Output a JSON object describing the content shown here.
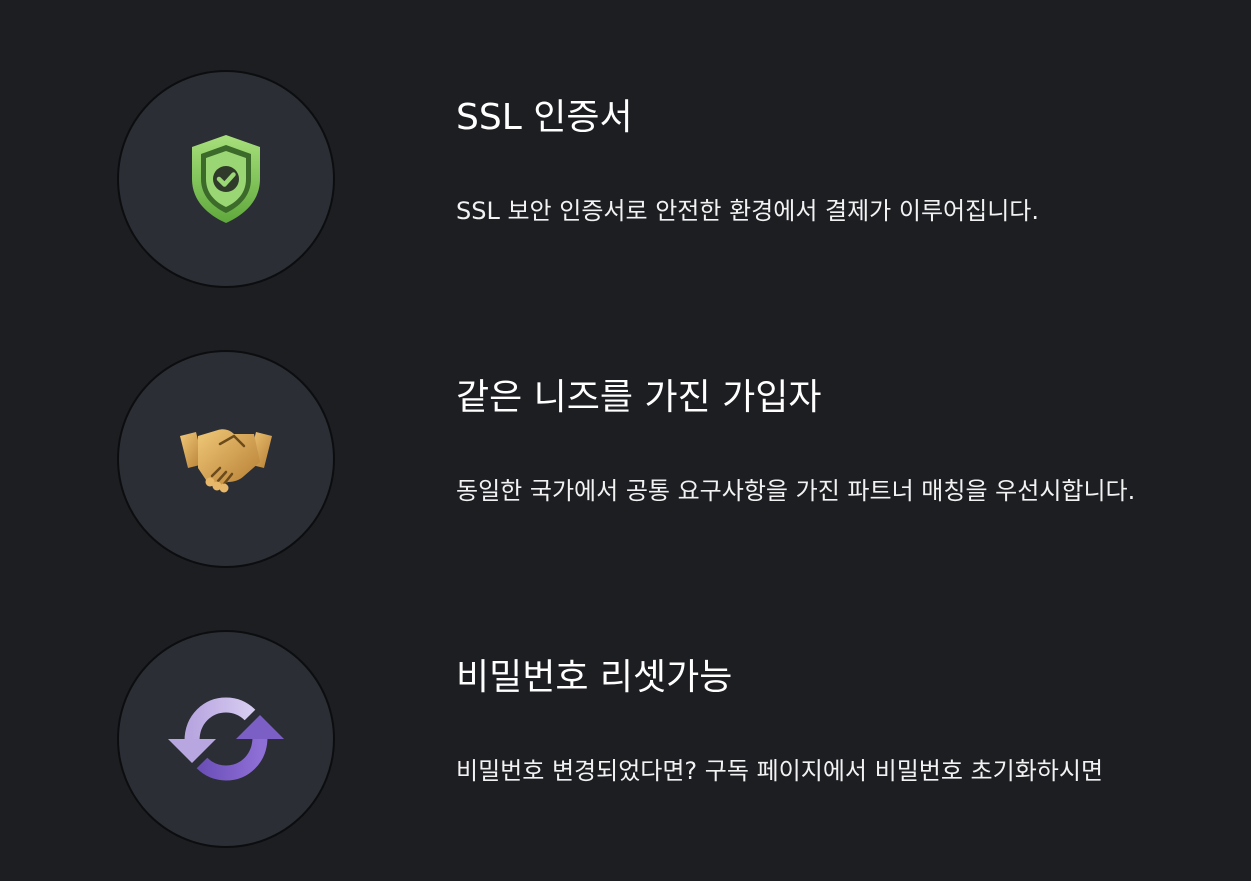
{
  "features": [
    {
      "icon": "shield-check-icon",
      "title": "SSL 인증서",
      "description": "SSL 보안 인증서로 안전한 환경에서 결제가 이루어집니다."
    },
    {
      "icon": "handshake-icon",
      "title": "같은 니즈를 가진 가입자",
      "description": "동일한 국가에서 공통 요구사항을 가진 파트너 매칭을 우선시합니다."
    },
    {
      "icon": "refresh-icon",
      "title": "비밀번호 리셋가능",
      "description": "비밀번호 변경되었다면? 구독 페이지에서 비밀번호 초기화하시면"
    }
  ],
  "colors": {
    "background": "#1c1e22",
    "circle": "#2b2e35",
    "shield_green": "#8fd16a",
    "handshake_gold": "#e3b25e",
    "refresh_purple": "#7b5fc4",
    "refresh_lavender": "#c3b3e6"
  }
}
